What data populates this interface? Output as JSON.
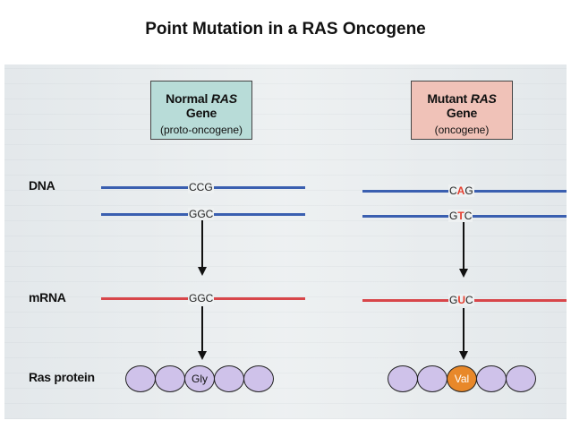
{
  "slide": {
    "title": "Point Mutation in a RAS Oncogene"
  },
  "normal": {
    "title_prefix": "Normal ",
    "title_gene": "RAS",
    "title_suffix": " Gene",
    "subtitle": "(proto-oncogene)",
    "dna_top": "CCG",
    "dna_bottom": "GGC",
    "mrna": "GGC",
    "amino_acid": "Gly"
  },
  "mutant": {
    "title_prefix": "Mutant ",
    "title_gene": "RAS",
    "title_suffix": " Gene",
    "subtitle": "(oncogene)",
    "dna_top_pre": "C",
    "dna_top_mut": "A",
    "dna_top_post": "G",
    "dna_bottom_pre": "G",
    "dna_bottom_mut": "T",
    "dna_bottom_post": "C",
    "mrna_pre": "G",
    "mrna_mut": "U",
    "mrna_post": "C",
    "amino_acid": "Val"
  },
  "rows": {
    "dna": "DNA",
    "mrna": "mRNA",
    "protein": "Ras protein"
  },
  "colors": {
    "dna_strand": "#3a5fb0",
    "mrna_strand": "#d8464a",
    "mutation_base": "#e53d2e",
    "normal_box": "#b8dcd8",
    "mutant_box": "#f0c2b8",
    "protein_bead": "#cfc2ea",
    "mutant_bead": "#e8882a"
  }
}
